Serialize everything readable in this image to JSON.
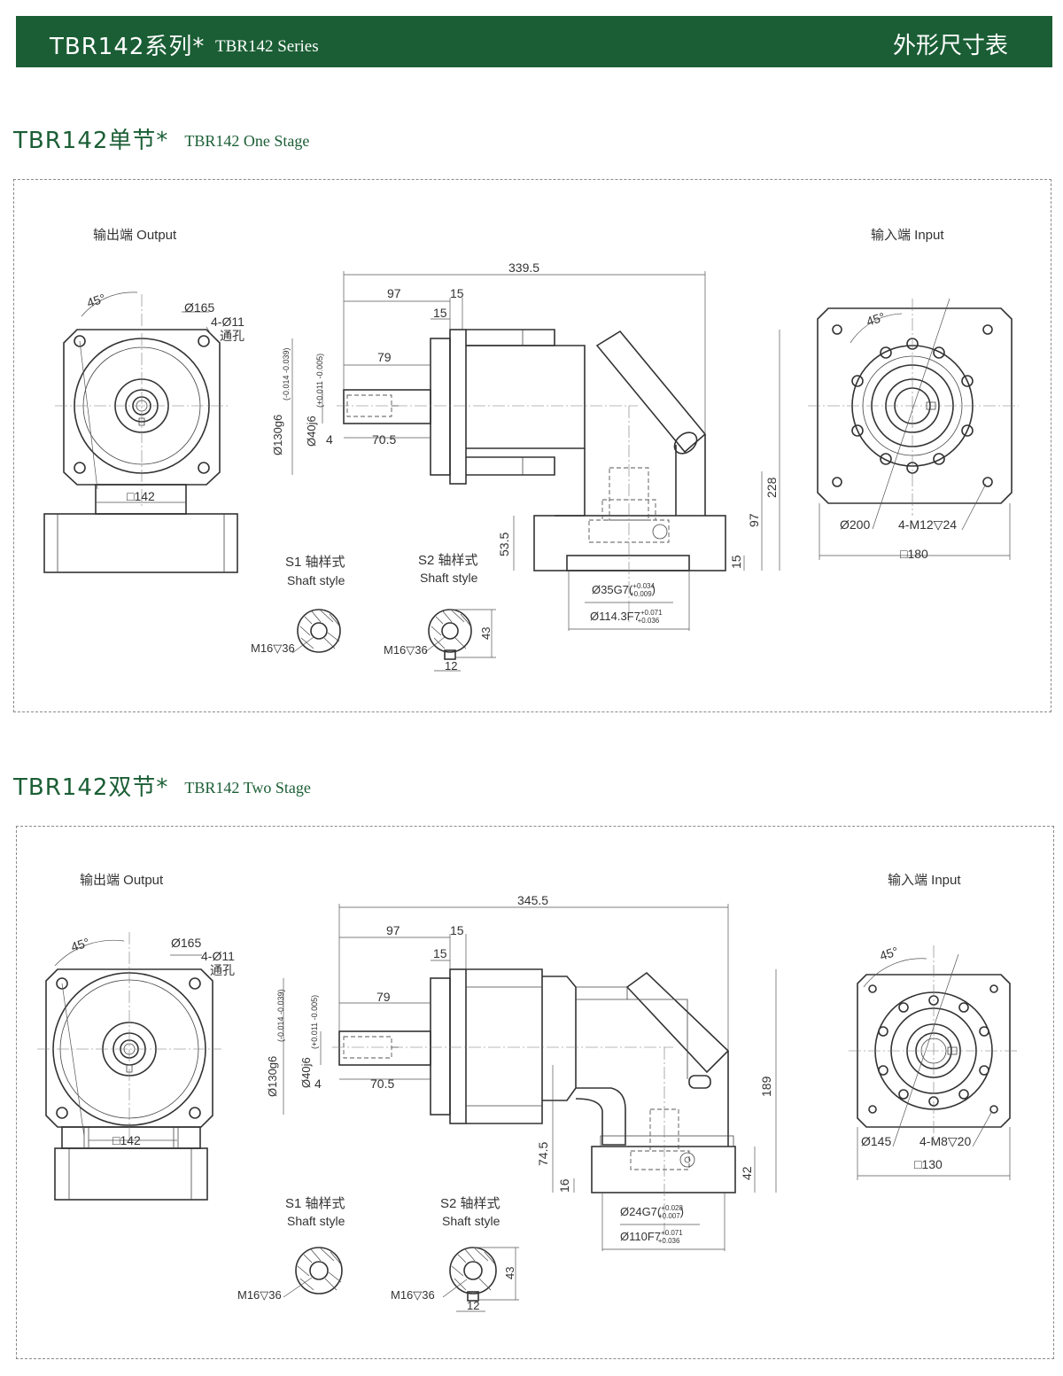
{
  "header": {
    "series_cn": "TBR142系列*",
    "series_en": "TBR142 Series",
    "table_title": "外形尺寸表"
  },
  "one_stage": {
    "title_cn": "TBR142单节*",
    "title_en": "TBR142 One Stage",
    "output_label": "输出端  Output",
    "input_label": "输入端  Input",
    "output_dims": {
      "angle": "45°",
      "bolt_circle": "Ø165",
      "holes": "4-Ø11",
      "holes_note": "通孔",
      "square": "□142"
    },
    "side_dims": {
      "length": "339.5",
      "d97": "97",
      "d15a": "15",
      "d15b": "15",
      "d79": "79",
      "d70": "70.5",
      "d4": "4",
      "flange": "Ø130g6",
      "flange_tol": "(-0.014 -0.039)",
      "shaft": "Ø40j6",
      "shaft_tol": "(+0.011 -0.005)",
      "h228": "228",
      "h97": "97",
      "h53": "53.5",
      "h15": "15",
      "bore": "Ø35G7",
      "bore_tol_up": "+0.034",
      "bore_tol_lo": "+0.009",
      "pilot": "Ø114.3F7",
      "pilot_tol_up": "+0.071",
      "pilot_tol_lo": "+0.036"
    },
    "input_dims": {
      "angle": "45°",
      "pcd": "Ø200",
      "threads": "4-M12▽24",
      "square": "□180"
    },
    "s1_label": "S1 轴样式",
    "s2_label": "S2 轴样式",
    "shaft_style": "Shaft style",
    "s1_thread": "M16▽36",
    "s2_thread": "M16▽36",
    "s2_key": "12",
    "s2_height": "43"
  },
  "two_stage": {
    "title_cn": "TBR142双节*",
    "title_en": "TBR142 Two Stage",
    "output_label": "输出端  Output",
    "input_label": "输入端  Input",
    "output_dims": {
      "angle": "45°",
      "bolt_circle": "Ø165",
      "holes": "4-Ø11",
      "holes_note": "通孔",
      "square": "□142"
    },
    "side_dims": {
      "length": "345.5",
      "d97": "97",
      "d15a": "15",
      "d15b": "15",
      "d79": "79",
      "d70": "70.5",
      "d4": "4",
      "flange": "Ø130g6",
      "flange_tol": "(-0.014 -0.039)",
      "shaft": "Ø40j6",
      "shaft_tol": "(+0.011 -0.005)",
      "h189": "189",
      "h74": "74.5",
      "h16": "16",
      "h42": "42",
      "bore": "Ø24G7",
      "bore_tol_up": "+0.028",
      "bore_tol_lo": "+0.007",
      "pilot": "Ø110F7",
      "pilot_tol_up": "+0.071",
      "pilot_tol_lo": "+0.036"
    },
    "input_dims": {
      "angle": "45°",
      "pcd": "Ø145",
      "threads": "4-M8▽20",
      "square": "□130"
    },
    "s1_label": "S1 轴样式",
    "s2_label": "S2 轴样式",
    "shaft_style": "Shaft style",
    "s1_thread": "M16▽36",
    "s2_thread": "M16▽36",
    "s2_key": "12",
    "s2_height": "43"
  }
}
